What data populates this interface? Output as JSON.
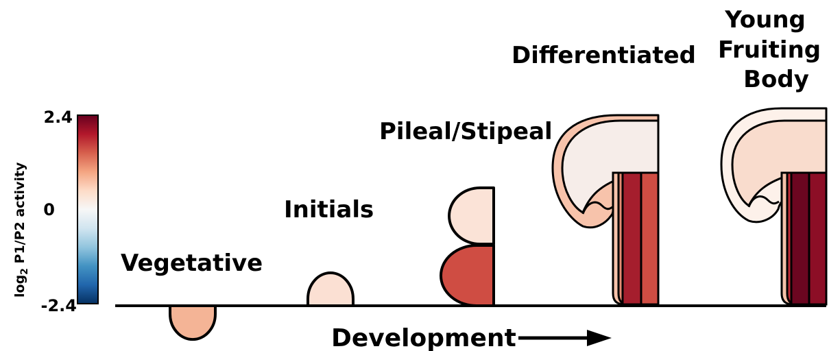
{
  "colorbar": {
    "title_main": "log",
    "title_sub": "2",
    "title_rest": " P1/P2 activity",
    "tick_max": "2.4",
    "tick_mid": "0",
    "tick_min": "-2.4",
    "colors": [
      "#053061",
      "#2166ac",
      "#4393c3",
      "#92c5de",
      "#d1e5f0",
      "#f7f7f7",
      "#fddbc7",
      "#f4a582",
      "#d6604d",
      "#b2182b",
      "#67001f"
    ]
  },
  "stages": {
    "vegetative": "Vegetative",
    "initials": "Initials",
    "pileal_stipeal": "Pileal/Stipeal",
    "differentiated": "Differentiated",
    "young_fruiting_body": [
      "Young",
      "Fruiting",
      "Body"
    ]
  },
  "axis_label": "Development",
  "tissue_colors": {
    "vegetative": "#f4b496",
    "initials": "#fbe0d3",
    "pileal_cap": "#fbe3d7",
    "stipeal": "#cf4d43",
    "diff_cap_outer": "#f7c3ab",
    "diff_cap_inner": "#f6ede9",
    "diff_stipe": [
      "#f7c3ab",
      "#e48a73",
      "#a51e2d",
      "#cf4d43"
    ],
    "yfb_cap_outer": "#fdf1ea",
    "yfb_cap_inner": "#f9dccd",
    "yfb_stipe": [
      "#f5c2aa",
      "#c02a35",
      "#6b0620",
      "#8c0e26"
    ]
  }
}
